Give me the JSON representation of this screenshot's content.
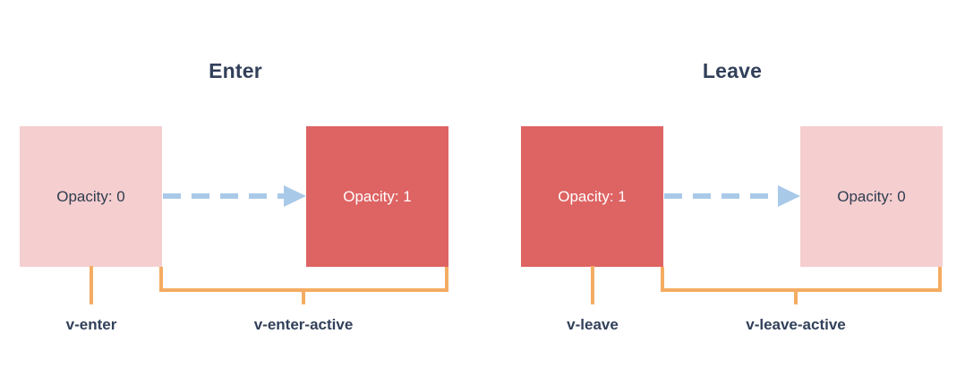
{
  "diagram": {
    "title_color": "#32405A",
    "colors": {
      "opacity_zero_box": "#F5CED0",
      "opacity_one_box": "#DE6363",
      "arrow": "#A9C9E8",
      "bracket": "#F4AC62",
      "text_dark": "#2E3D4F",
      "text_light": "#FFFFFF",
      "background": "#FFFFFF"
    },
    "sections": [
      {
        "id": "enter",
        "title": "Enter",
        "from_box": {
          "label": "Opacity: 0",
          "style": "pink"
        },
        "to_box": {
          "label": "Opacity: 1",
          "style": "red"
        },
        "arrow": {
          "icon": "dashed-arrow-right-icon",
          "direction": "right"
        },
        "start_class": "v-enter",
        "active_class": "v-enter-active"
      },
      {
        "id": "leave",
        "title": "Leave",
        "from_box": {
          "label": "Opacity: 1",
          "style": "red"
        },
        "to_box": {
          "label": "Opacity: 0",
          "style": "pink"
        },
        "arrow": {
          "icon": "dashed-arrow-right-icon",
          "direction": "right"
        },
        "start_class": "v-leave",
        "active_class": "v-leave-active"
      }
    ]
  }
}
